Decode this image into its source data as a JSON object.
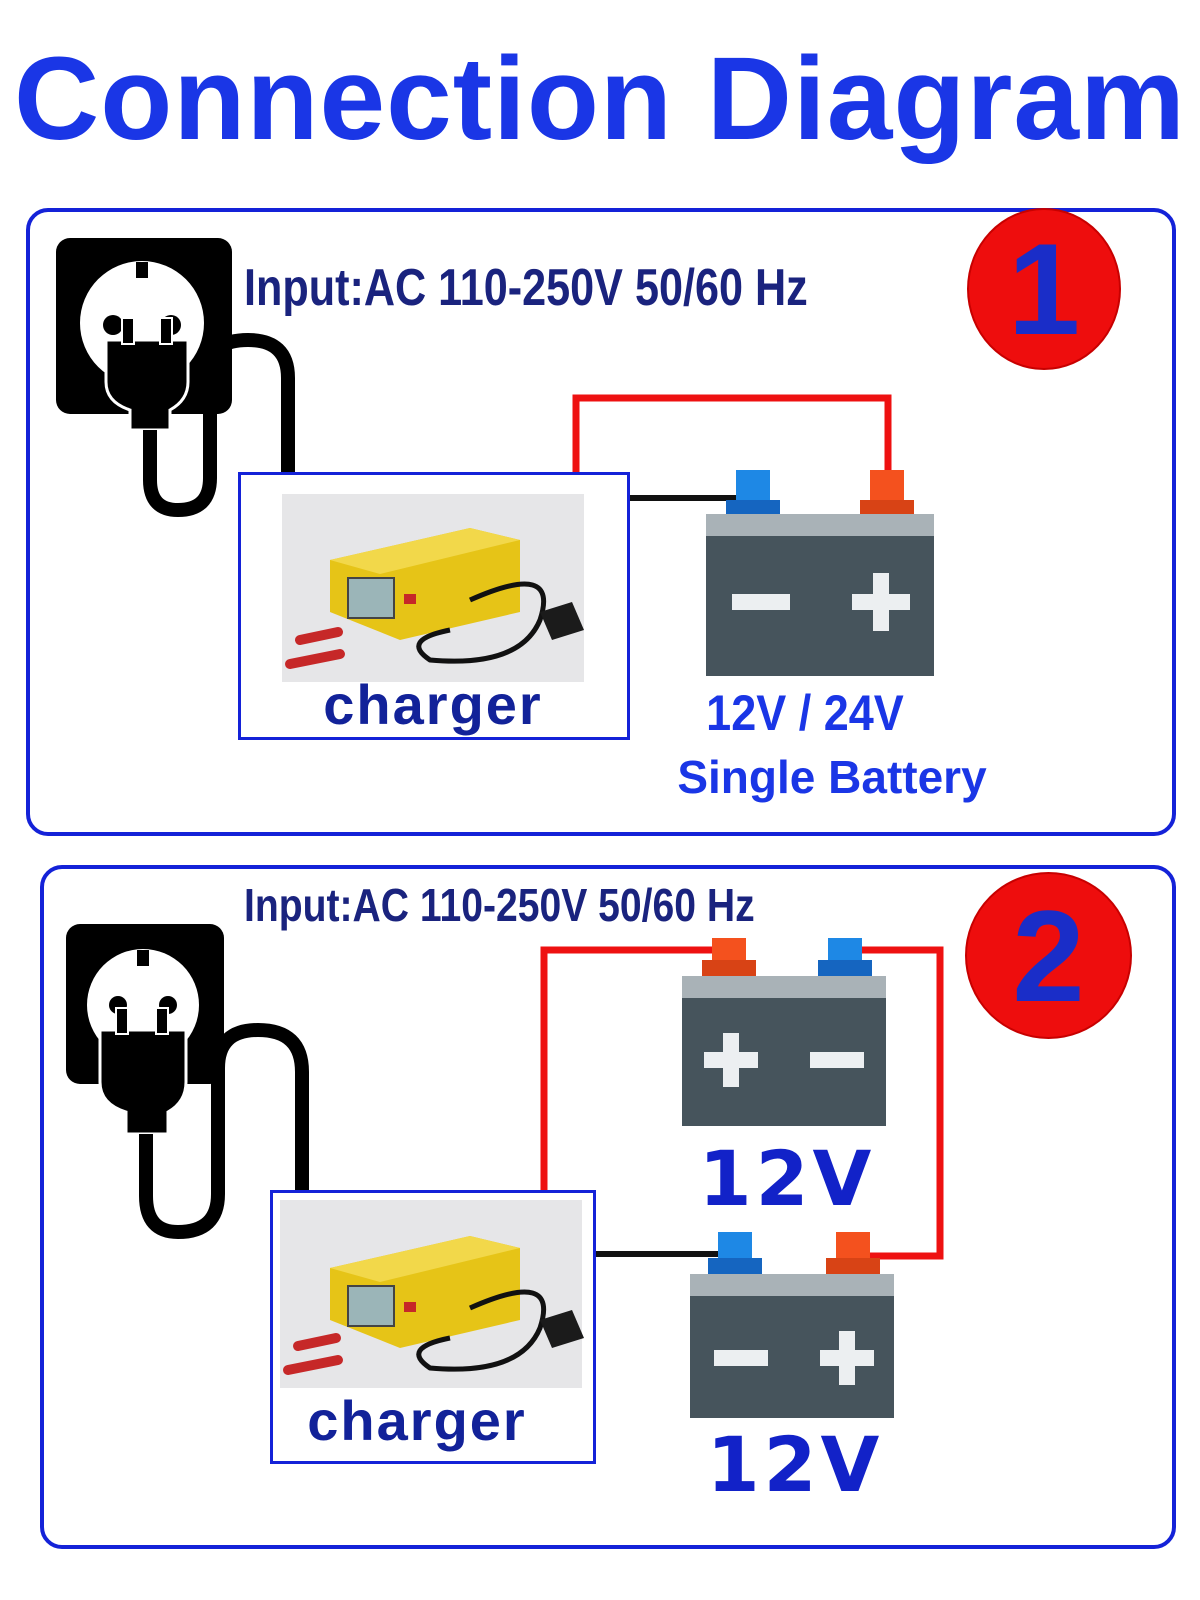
{
  "title": "Connection Diagram",
  "panel1": {
    "badge": "1",
    "input": "Input:AC 110-250V 50/60 Hz",
    "charger_label": "charger",
    "battery_voltage": "12V / 24V",
    "battery_caption": "Single Battery",
    "battery_minus": "−",
    "battery_plus": "+"
  },
  "panel2": {
    "badge": "2",
    "input": "Input:AC 110-250V  50/60 Hz",
    "charger_label": "charger",
    "top_battery_voltage": "12V",
    "bottom_battery_voltage": "12V"
  },
  "colors": {
    "title_blue": "#1a36e6",
    "border_blue": "#1422d8",
    "wire_red": "#ee1111",
    "wire_black": "#111111",
    "battery_body": "#46545c",
    "battery_top": "#a9b2b7",
    "terminal_blue": "#1e88e5",
    "terminal_red": "#f4511e",
    "badge_red": "#ee0d0d"
  },
  "icons": [
    "power-socket-icon",
    "plug-icon",
    "battery-icon",
    "charger-photo"
  ]
}
